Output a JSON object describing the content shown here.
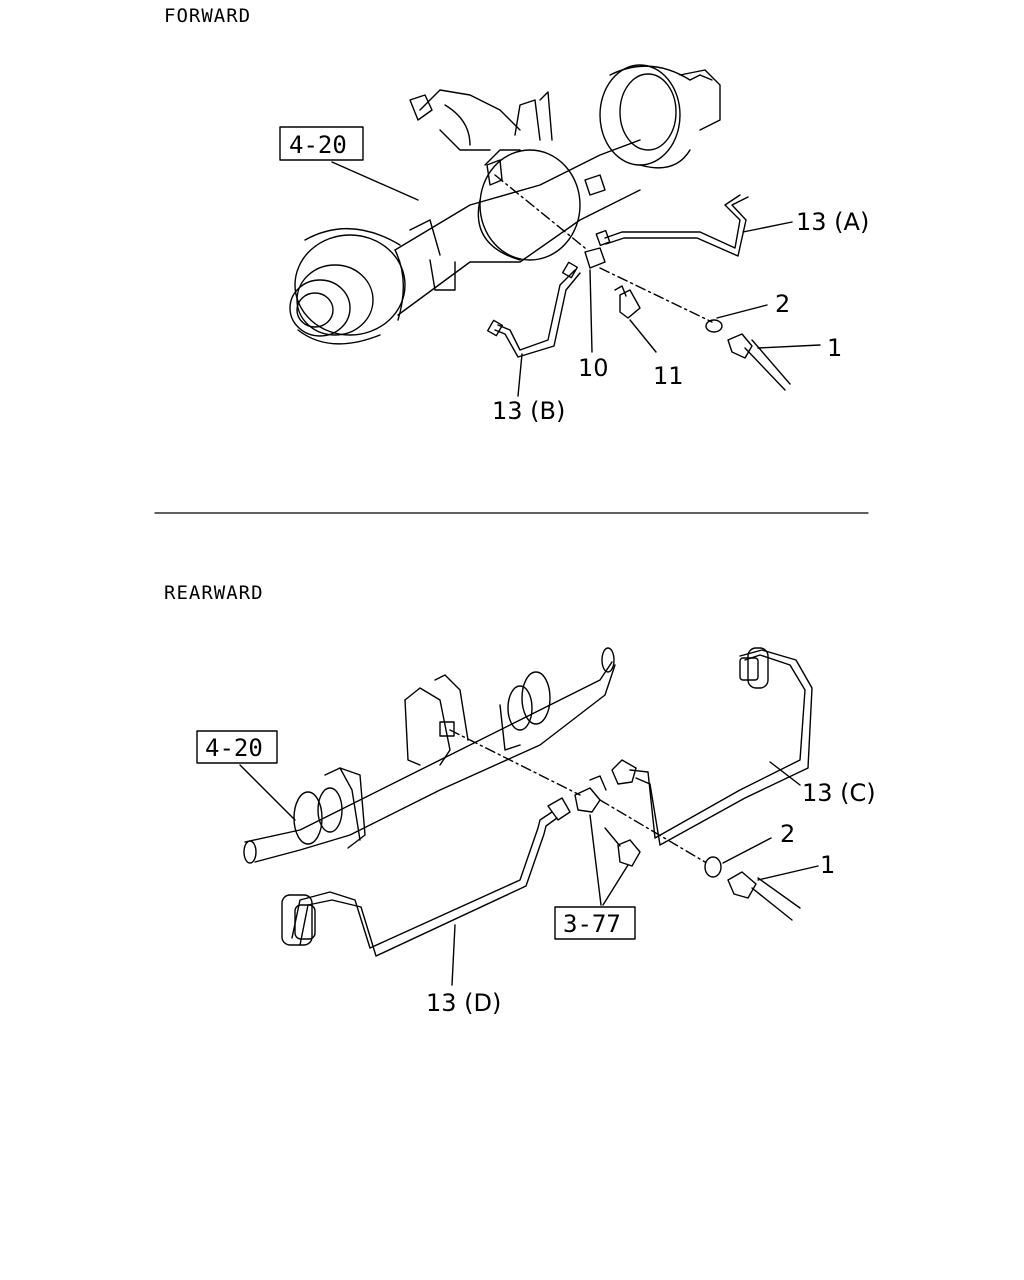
{
  "forward": {
    "title": "FORWARD",
    "ref_box": "4-20",
    "callouts": {
      "c13a": "13 (A)",
      "c13b": "13 (B)",
      "c10": "10",
      "c11": "11",
      "c2": "2",
      "c1": "1"
    }
  },
  "rearward": {
    "title": "REARWARD",
    "ref_box": "4-20",
    "ref_box2": "3-77",
    "callouts": {
      "c13c": "13 (C)",
      "c13d": "13 (D)",
      "c2": "2",
      "c1": "1"
    }
  },
  "colors": {
    "line": "#000000",
    "background": "#ffffff"
  }
}
